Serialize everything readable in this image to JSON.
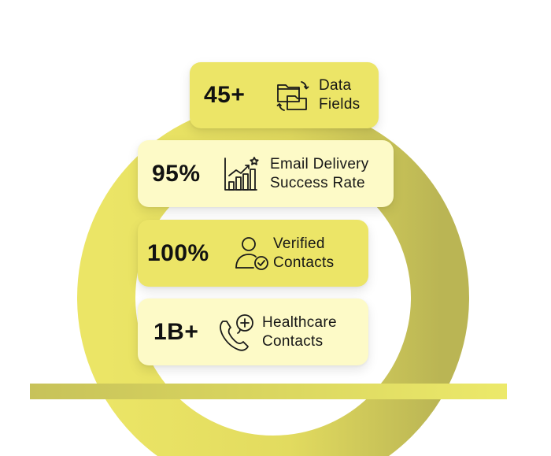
{
  "colors": {
    "ring": "#e4dd5e",
    "ring_shadow": "#b9b452",
    "card_yellow": "#ece567",
    "card_cream": "#fdfac7",
    "baseline": "#d8d45e"
  },
  "stats": [
    {
      "value": "45+",
      "label_line1": "Data",
      "label_line2": "Fields",
      "icon": "folders-sync-icon"
    },
    {
      "value": "95%",
      "label_line1": "Email Delivery",
      "label_line2": "Success Rate",
      "icon": "growth-chart-star-icon"
    },
    {
      "value": "100%",
      "label_line1": "Verified",
      "label_line2": "Contacts",
      "icon": "verified-user-icon"
    },
    {
      "value": "1B+",
      "label_line1": "Healthcare",
      "label_line2": "Contacts",
      "icon": "medical-phone-icon"
    }
  ]
}
